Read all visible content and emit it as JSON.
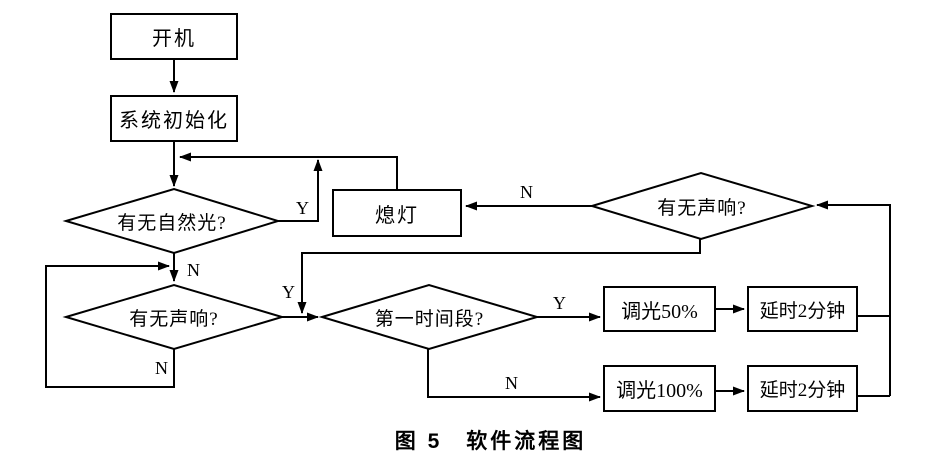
{
  "caption": "图 5　软件流程图",
  "nodes": {
    "power_on": "开机",
    "system_init": "系统初始化",
    "natural_light": "有无自然光?",
    "light_off": "熄灯",
    "sound_check_upper": "有无声响?",
    "sound_check_lower": "有无声响?",
    "first_period": "第一时间段?",
    "dim_50": "调光50%",
    "delay_top": "延时2分钟",
    "dim_100": "调光100%",
    "delay_bottom": "延时2分钟"
  },
  "edge_labels": {
    "natural_light_yes": "Y",
    "natural_light_no": "N",
    "upper_sound_no": "N",
    "upper_sound_yes": "Y",
    "lower_sound_no": "N",
    "first_period_yes": "Y",
    "first_period_no": "N"
  },
  "colors": {
    "line": "#000000",
    "background": "#ffffff"
  }
}
